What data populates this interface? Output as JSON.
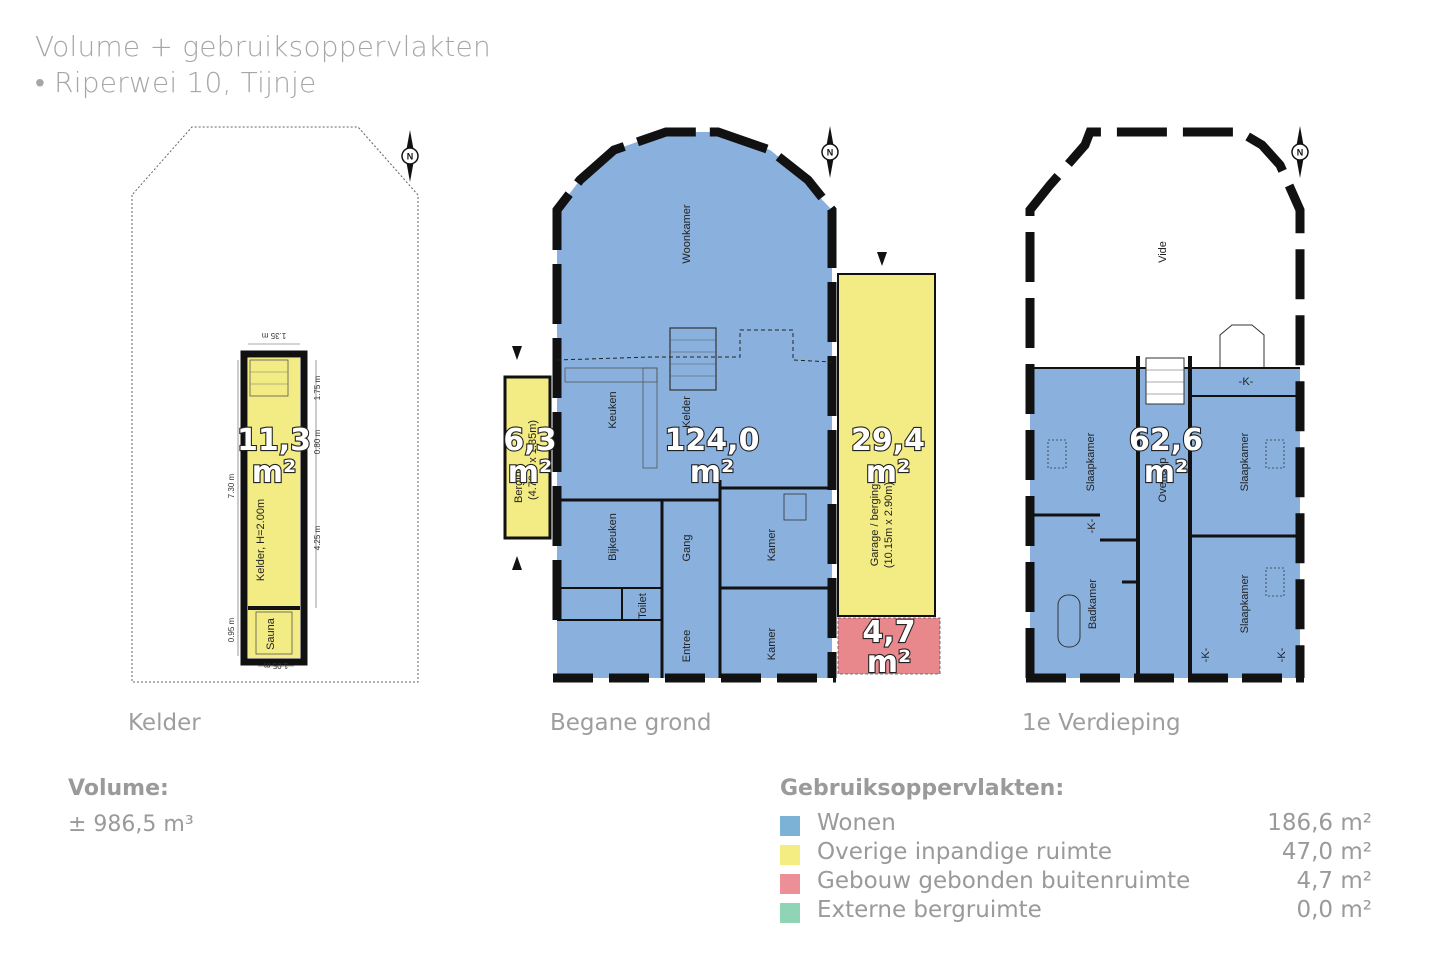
{
  "header": {
    "title_line1": "Volume + gebruiksoppervlakten",
    "title_line2": "• Riperwei 10, Tijnje"
  },
  "floors": {
    "kelder": {
      "label": "Kelder",
      "area_main": "11,3",
      "unit": "m²",
      "rooms": {
        "kelder": "Kelder, H=2.00m",
        "sauna": "Sauna"
      },
      "dims": {
        "top": "1.35 m",
        "right1": "1.75 m",
        "right2": "0.80 m",
        "right3": "4.25 m",
        "left1": "7.30 m",
        "left2": "0.95 m",
        "bottom": "1.05 m"
      }
    },
    "begane_grond": {
      "label": "Begane grond",
      "area_main": "124,0",
      "area_berging": "6,3",
      "area_garage": "29,4",
      "area_buiten": "4,7",
      "unit": "m²",
      "rooms": {
        "woonkamer": "Woonkamer",
        "keuken": "Keuken",
        "kelder": "Kelder",
        "bijkeuken": "Bijkeuken",
        "gang": "Gang",
        "kamer1": "Kamer",
        "kamer2": "Kamer",
        "toilet": "Toilet",
        "entree": "Entree",
        "berging": "Berging",
        "berging_dim": "(4.70m x 1.35m)",
        "garage": "Garage / berging",
        "garage_dim": "(10.15m x 2.90m)"
      }
    },
    "verdieping": {
      "label": "1e Verdieping",
      "area_main": "62,6",
      "unit": "m²",
      "rooms": {
        "vide": "Vide",
        "slaapkamer1": "Slaapkamer",
        "slaapkamer2": "Slaapkamer",
        "slaapkamer3": "Slaapkamer",
        "badkamer": "Badkamer",
        "overloop": "Overloop",
        "kast": "-K-"
      }
    }
  },
  "compass": {
    "letter": "N"
  },
  "volume": {
    "heading": "Volume:",
    "value": "± 986,5 m³"
  },
  "usage": {
    "heading": "Gebruiksoppervlakten:",
    "items": [
      {
        "label": "Wonen",
        "value": "186,6 m²",
        "color": "#7cb2d6"
      },
      {
        "label": "Overige inpandige ruimte",
        "value": "47,0 m²",
        "color": "#f4ee82"
      },
      {
        "label": "Gebouw gebonden buitenruimte",
        "value": "4,7 m²",
        "color": "#ec8f96"
      },
      {
        "label": "Externe bergruimte",
        "value": "0,0 m²",
        "color": "#8fd4b4"
      }
    ]
  },
  "colors": {
    "wonen": "#8ab1de",
    "overig": "#f3ec84",
    "buiten": "#e8878c",
    "wall": "#111111"
  }
}
